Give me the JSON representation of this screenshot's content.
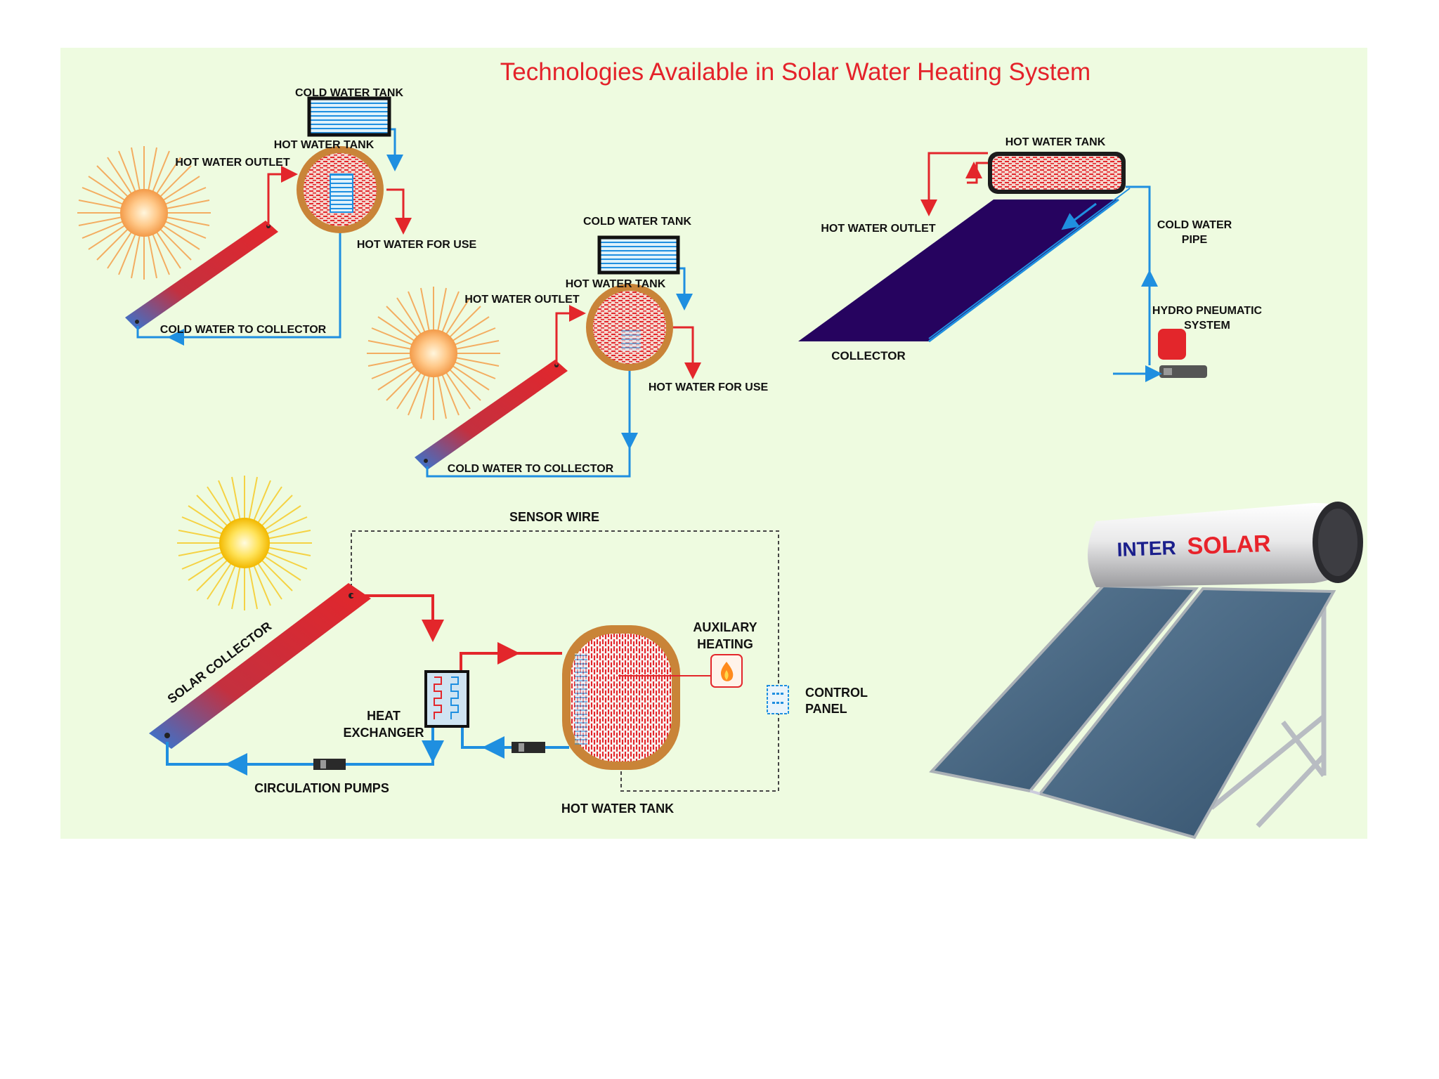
{
  "title": "Technologies Available in Solar Water Heating System",
  "colors": {
    "panel_bg": "#eefbe0",
    "title_red": "#e4222a",
    "pipe_red": "#e3262b",
    "pipe_blue": "#1f8fe0",
    "collector_dark": "#26035f",
    "label_text": "#111111",
    "brand_blue": "#1b1f8c",
    "brand_red": "#e8232b"
  },
  "diagram1": {
    "cold_water_tank": "COLD WATER TANK",
    "hot_water_tank": "HOT WATER TANK",
    "hot_water_outlet": "HOT WATER OUTLET",
    "hot_water_for_use": "HOT WATER FOR USE",
    "cold_water_to_collector": "COLD WATER TO COLLECTOR"
  },
  "diagram2": {
    "cold_water_tank": "COLD WATER TANK",
    "hot_water_tank": "HOT WATER TANK",
    "hot_water_outlet": "HOT WATER OUTLET",
    "hot_water_for_use": "HOT WATER FOR USE",
    "cold_water_to_collector": "COLD WATER TO COLLECTOR"
  },
  "diagram3": {
    "hot_water_tank": "HOT WATER TANK",
    "hot_water_outlet": "HOT WATER OUTLET",
    "cold_water_pipe_line1": "COLD WATER",
    "cold_water_pipe_line2": "PIPE",
    "hydro_line1": "HYDRO PNEUMATIC",
    "hydro_line2": "SYSTEM",
    "collector": "COLLECTOR"
  },
  "diagram4": {
    "sensor_wire": "SENSOR WIRE",
    "solar_collector": "SOLAR COLLECTOR",
    "auxiliary_line1": "AUXILARY",
    "auxiliary_line2": "HEATING",
    "control_line1": "CONTROL",
    "control_line2": "PANEL",
    "heat_exchanger_line1": "HEAT",
    "heat_exchanger_line2": "EXCHANGER",
    "circulation_pumps": "CIRCULATION PUMPS",
    "hot_water_tank": "HOT WATER TANK"
  },
  "product": {
    "brand_part1": "INTER",
    "brand_part2": "SOLAR"
  }
}
